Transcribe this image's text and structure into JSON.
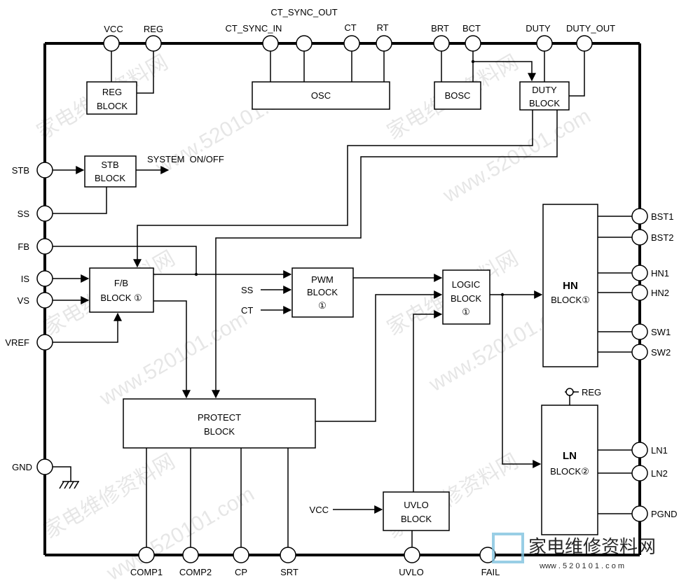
{
  "pins": {
    "vcc": "VCC",
    "reg": "REG",
    "ct_sync_in": "CT_SYNC_IN",
    "ct_sync_out": "CT_SYNC_OUT",
    "ct": "CT",
    "rt": "RT",
    "brt": "BRT",
    "bct": "BCT",
    "duty": "DUTY",
    "duty_out": "DUTY_OUT",
    "stb": "STB",
    "ss": "SS",
    "fb": "FB",
    "is": "IS",
    "vs": "VS",
    "vref": "VREF",
    "gnd": "GND",
    "bst1": "BST1",
    "bst2": "BST2",
    "hn1": "HN1",
    "hn2": "HN2",
    "sw1": "SW1",
    "sw2": "SW2",
    "ln1": "LN1",
    "ln2": "LN2",
    "pgnd": "PGND",
    "comp1": "COMP1",
    "comp2": "COMP2",
    "cp": "CP",
    "srt": "SRT",
    "uvlo": "UVLO",
    "fail": "FAIL"
  },
  "blocks": {
    "reg": [
      "REG",
      "BLOCK"
    ],
    "osc": "OSC",
    "bosc": "BOSC",
    "duty": [
      "DUTY",
      "BLOCK"
    ],
    "stb": [
      "STB",
      "BLOCK"
    ],
    "fb": [
      "F/B",
      "BLOCK ①"
    ],
    "pwm": [
      "PWM",
      "BLOCK",
      "①"
    ],
    "logic": [
      "LOGIC",
      "BLOCK",
      "①"
    ],
    "hn": [
      "HN",
      "BLOCK①"
    ],
    "ln": [
      "LN",
      "BLOCK②"
    ],
    "protect": [
      "PROTECT",
      "BLOCK"
    ],
    "uvlo": [
      "UVLO",
      "BLOCK"
    ]
  },
  "signals": {
    "system_onoff": "SYSTEM  ON/OFF",
    "pwm_ss": "SS",
    "pwm_ct": "CT",
    "uvlo_vcc": "VCC",
    "ln_reg": "REG"
  },
  "watermarks": {
    "cn": "家电维修资料网",
    "site": "www.520101.com",
    "logo_cn": "家电维修资料网",
    "logo_url": "www . 5 2 0 1 0 1 . c o m"
  }
}
